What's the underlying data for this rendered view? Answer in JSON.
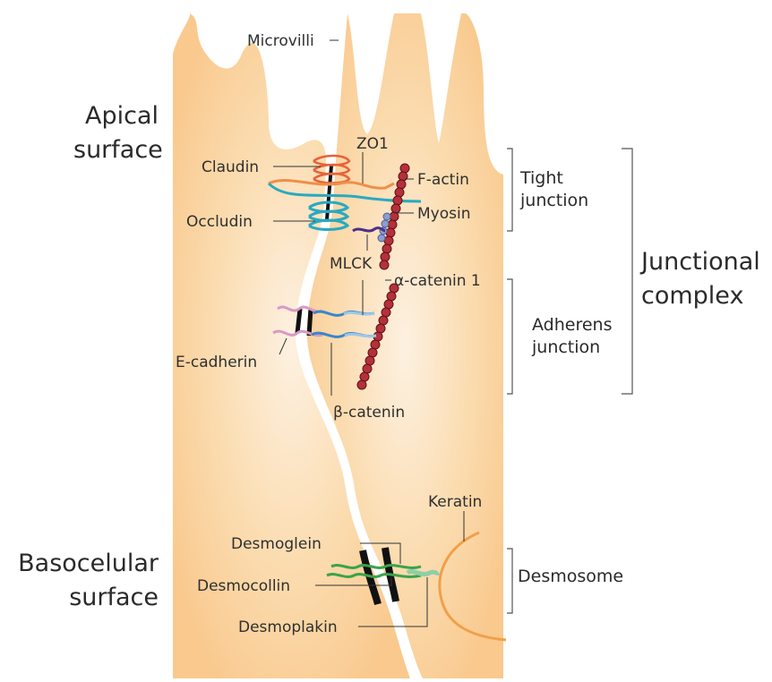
{
  "regions": {
    "apical": [
      "Apical",
      "surface"
    ],
    "basocellular": [
      "Basocelular",
      "surface"
    ],
    "junctional": [
      "Junctional",
      "complex"
    ]
  },
  "brackets": {
    "tight": [
      "Tight",
      "junction"
    ],
    "adherens": [
      "Adherens",
      "junction"
    ],
    "desmosome": "Desmosome"
  },
  "labels": {
    "microvilli": "Microvilli",
    "zo1": "ZO1",
    "claudin": "Claudin",
    "f_actin": "F-actin",
    "occludin": "Occludin",
    "myosin": "Myosin",
    "mlck": "MLCK",
    "alpha_catenin": "α-catenin 1",
    "e_cadherin": "E-cadherin",
    "beta_catenin": "β-catenin",
    "keratin": "Keratin",
    "desmoglein": "Desmoglein",
    "desmocollin": "Desmocollin",
    "desmoplakin": "Desmoplakin"
  },
  "colors": {
    "cytoplasm": "#f9c98e",
    "cytoplasm_light": "#fdf1e1",
    "claudin": "#e8623a",
    "zo1": "#ef8f4a",
    "occludin": "#2aa9c0",
    "f_actin": "#b5303a",
    "myosin": "#8a9ed0",
    "mlck": "#4b2f8a",
    "e_cadherin": "#d89ac4",
    "beta_catenin": "#3a86c8",
    "desmosome": "#3aa34a",
    "keratin": "#f0a04a",
    "desmoplakin": "#8ccfa8"
  }
}
